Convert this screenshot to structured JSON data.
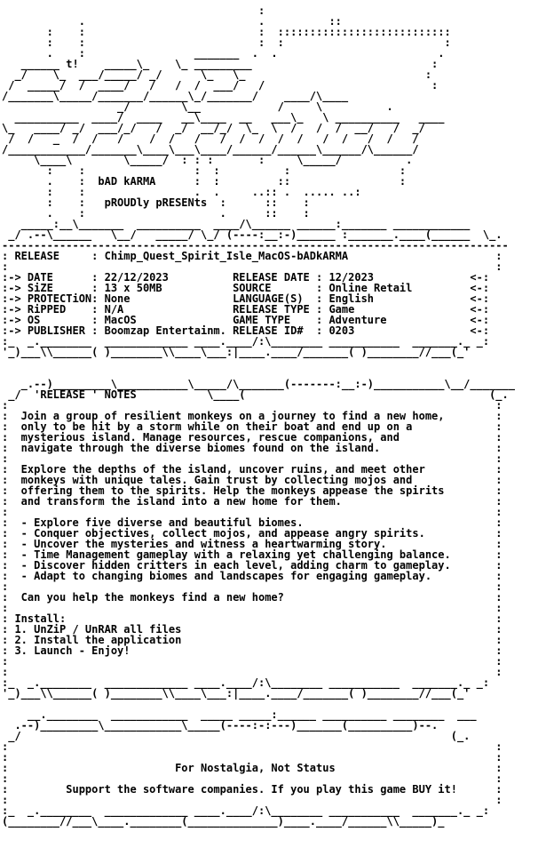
{
  "nfo": {
    "lines": [
      "                                        :",
      "            .                           .          ::",
      "       :    :                           :  :::::::::::::::::::::::::::",
      "       :    :                           :  :                         :",
      "       .    :                 _______  .  .                         .",
      "   ______ t!    _____\\_    \\_ _________                            :",
      "  _/    \\_  ___/_____/ _/      \\_   \\_                            :",
      " /  _____/  /  ____/   /   /  /  ___/   /                          :",
      "/_______\\_____/_______/______\\_/_______/    ____/\\____",
      "                  _/        \\__            /     \\          .",
      "  __________  ____/  ____   __\\____  __   ___\\_   \\ __________   ____",
      "\\_   ____/ _/  ___/_/   /  _/  __/_/  \\_  \\  /   /  /  __/   /  _/",
      " /  /   _  /  /   /    /  /   /   /  /  /  /  /   /  /   /  /   /",
      "/____________/_______\\____\\___\\____/______/______\\______/\\______/",
      "     \\____\\        \\_____/  : : :       :     \\_____/          .",
      "       :    :                 :  :          :                 :",
      "       .    :  bAD kARMA      :  :         ::                 :",
      "       :    :                 .  .     ..:: .  ..... ..:",
      "       :    :   pROUDly pRESENts  :      ::    :",
      "       .    :                     .      ::    :",
      "   _____:__\\_______  __________  ____/\\______ ______:_______ ____________",
      " _/ .--\\______   \\__/   _____/ \\_/ (----:__:-)______ :_______.____(______  \\_.",
      "-------------------------------------------------------------------------------",
      ": RELEASE     : Chimp_Quest_Spirit_Isle_MacOS-bADkARMA                       :",
      ":                                                                            :",
      ":-> DATE      : 22/12/2023          RELEASE DATE : 12/2023               <-:",
      ":-> SiZE      : 13 x 50MB           SOURCE       : Online Retail         <-:",
      ":-> PROTECTiON: None                LANGUAGE(S)  : English               <-:",
      ":-> RiPPED    : N/A                 RELEASE TYPE : Game                  <-:",
      ":-> OS        : MacOS               GAME TYPE    : Adventure             <-:",
      ":-> PUBLISHER : Boomzap Entertainm. RELEASE ID#  : 0203                  <-:",
      ":_  _.________  _____________ ____.____/:\\________ ___________  _______._ _:",
      "'_)___\\\\______( )________\\\\____\\___:|____.____/_______( )________//___(_'",
      "",
      "",
      "   _.--)_________\\___________\\_____/\\_______(-------:__:-)___________\\__/_______",
      " _/  'RELEASE ' NOTES           \\____(                                      (_.",
      ":                                                                            :",
      ":  Join a group of resilient monkeys on a journey to find a new home,        :",
      ":  only to be hit by a storm while on their boat and end up on a             :",
      ":  mysterious island. Manage resources, rescue companions, and               :",
      ":  navigate through the diverse biomes found on the island.                  :",
      ":                                                                            :",
      ":  Explore the depths of the island, uncover ruins, and meet other           :",
      ":  monkeys with unique tales. Gain trust by collecting mojos and             :",
      ":  offering them to the spirits. Help the monkeys appease the spirits        :",
      ":  and transform the island into a new home for them.                        :",
      ":                                                                            :",
      ":  - Explore five diverse and beautiful biomes.                              :",
      ":  - Conquer objectives, collect mojos, and appease angry spirits.           :",
      ":  - Uncover the mysteries and witness a heartwarming story.                 :",
      ":  - Time Management gameplay with a relaxing yet challenging balance.       :",
      ":  - Discover hidden critters in each level, adding charm to gameplay.       :",
      ":  - Adapt to changing biomes and landscapes for engaging gameplay.          :",
      ":                                                                            :",
      ":  Can you help the monkeys find a new home?                                 :",
      ":                                                                            :",
      ": Install:                                                                   :",
      ": 1. UnZiP / UnRAR all files                                                 :",
      ": 2. Install the application                                                 :",
      ": 3. Launch - Enjoy!                                                         :",
      ":                                                                            :",
      ":                                                                            :",
      ":_  _.________  _____________ ____.____/:\\________ ___________  _______._ _:",
      "'_)___\\\\______( )________\\\\____\\___:|____.____/_______( )________//___(_'",
      "",
      "    __.________  ____________  _____ _____:______ __________ ________  ___",
      "  .--)_________\\____________\\_____(----:-:---)_______(__________)--.",
      " _/                                                                   (_.",
      ":                                                                            :",
      ":                                                                            :",
      ":                          For Nostalgia, Not Status                         :",
      ":                                                                            :",
      ":         Support the software companies. If you play this game BUY it!      :",
      ":                                                                            :",
      ":_  _.________  _____________ ____.____/:\\________ ___________  _______._ _:",
      "(________//___\\____.________(______________)____.____/______\\\\_____)_"
    ]
  }
}
